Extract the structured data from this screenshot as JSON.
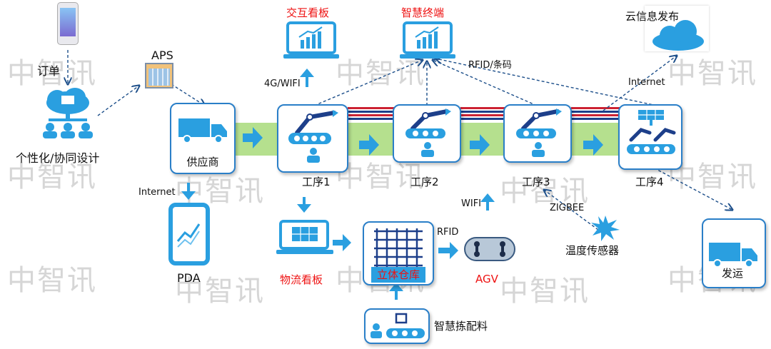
{
  "watermark": "中智讯",
  "nodes": {
    "order": "订单",
    "design": "个性化/协同设计",
    "aps": "APS",
    "supplier": "供应商",
    "pda": "PDA",
    "step1": "工序1",
    "step2": "工序2",
    "step3": "工序3",
    "step4": "工序4",
    "interactive_board": "交互看板",
    "smart_terminal": "智慧终端",
    "cloud_publish": "云信息发布",
    "logistics_board": "物流看板",
    "warehouse": "立体仓库",
    "agv": "AGV",
    "smart_picking": "智慧拣配料",
    "temp_sensor": "温度传感器",
    "ship": "发运"
  },
  "links": {
    "wifi_4g": "4G/WIFI",
    "rfid_barcode": "RFID/条码",
    "internet_top": "Internet",
    "internet_left": "Internet",
    "wifi": "WIFI",
    "zigbee": "ZIGBEE",
    "rfid": "RFID"
  },
  "colors": {
    "accent_blue": "#2a9fe0",
    "node_border": "#2a7fc8",
    "flow_green": "#b5e08e",
    "highlight_red": "#ee1111"
  }
}
